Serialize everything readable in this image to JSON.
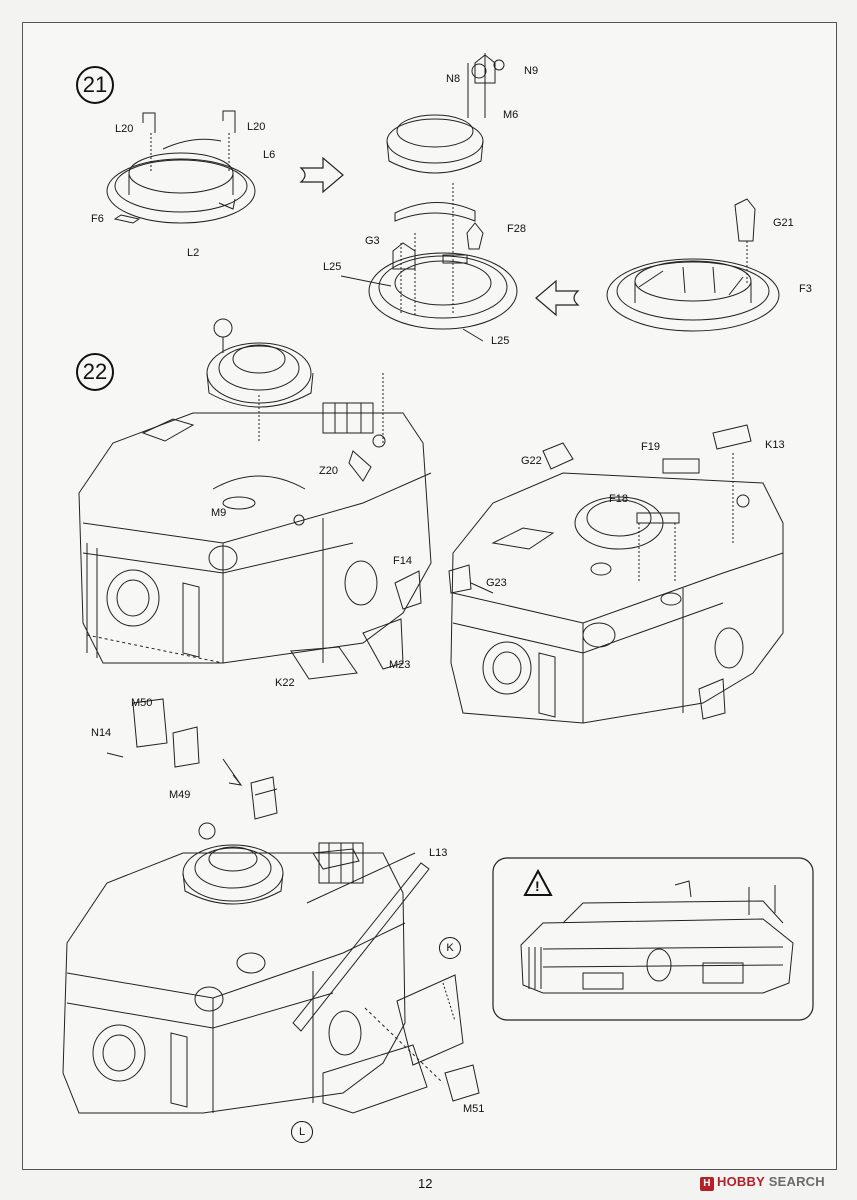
{
  "page": {
    "number": "12"
  },
  "watermark": {
    "brand": "HOBBY",
    "rest": "SEARCH",
    "icon": "H"
  },
  "steps": [
    {
      "number": "21",
      "labels": [
        "N9",
        "N8",
        "M6",
        "L20",
        "L20",
        "L6",
        "F6",
        "L2",
        "F28",
        "G3",
        "L25",
        "L25",
        "G21",
        "F3"
      ]
    },
    {
      "number": "22",
      "labels": [
        "Z20",
        "M9",
        "F14",
        "K22",
        "M23",
        "G22",
        "F19",
        "K13",
        "F18",
        "G23",
        "M50",
        "N14",
        "M49",
        "L13",
        "M51"
      ]
    }
  ],
  "markers": {
    "k": "K",
    "l": "L"
  },
  "caution": {
    "icon": "warning-triangle-icon",
    "symbol": "!"
  }
}
